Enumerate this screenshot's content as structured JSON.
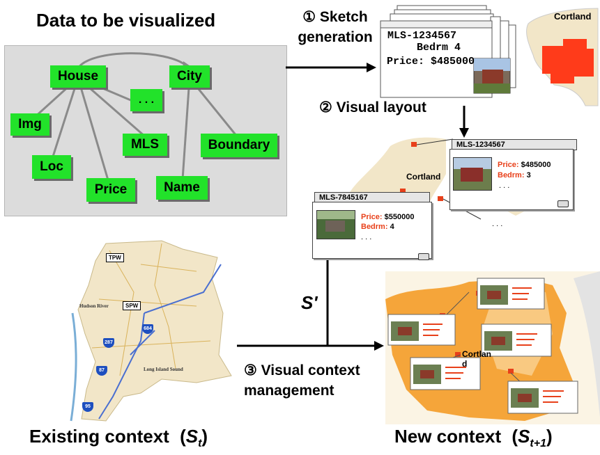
{
  "titles": {
    "data": "Data to be visualized",
    "existing_context": "Existing context",
    "existing_symbol": "S",
    "existing_sub": "t",
    "new_context": "New context",
    "new_symbol": "S",
    "new_sub": "t+1"
  },
  "graph_nodes": {
    "house": "House",
    "city": "City",
    "img": "Img",
    "ellipsis": ". . .",
    "mls": "MLS",
    "boundary": "Boundary",
    "loc": "Loc",
    "price": "Price",
    "name": "Name"
  },
  "steps": {
    "step1_num": "①",
    "step1_line1": "Sketch",
    "step1_line2": "generation",
    "step2": "② Visual layout",
    "step3_line1": "③ Visual context",
    "step3_line2": "management",
    "s_prime": "S'"
  },
  "sketch": {
    "mls": "MLS-1234567",
    "bedrm": "Bedrm 4",
    "price": "Price: $485000",
    "city": "Cortland"
  },
  "layout": {
    "card1_tab": "MLS-1234567",
    "card1_price_label": "Price:",
    "card1_price": "$485000",
    "card1_bedrm_label": "Bedrm:",
    "card1_bedrm": "3",
    "card1_more": ". . .",
    "card2_tab": "MLS-7845167",
    "card2_price_label": "Price:",
    "card2_price": "$550000",
    "card2_bedrm_label": "Bedrm:",
    "card2_bedrm": "4",
    "card2_more": ". . .",
    "city": "Cortland",
    "trail": ". . ."
  },
  "existing_map": {
    "tpw": "TPW",
    "spw": "SPW",
    "hudson": "Hudson River",
    "sound": "Long Island Sound",
    "hw287": "287",
    "hw684": "684",
    "hw87": "87",
    "hw95": "95"
  },
  "new_map": {
    "city_line1": "Cortlan",
    "city_line2": "d"
  },
  "colors": {
    "node_green": "#22e22a",
    "red": "#e8401a",
    "map_tan": "#f2e6c8",
    "map_orange": "#f5a53a"
  }
}
